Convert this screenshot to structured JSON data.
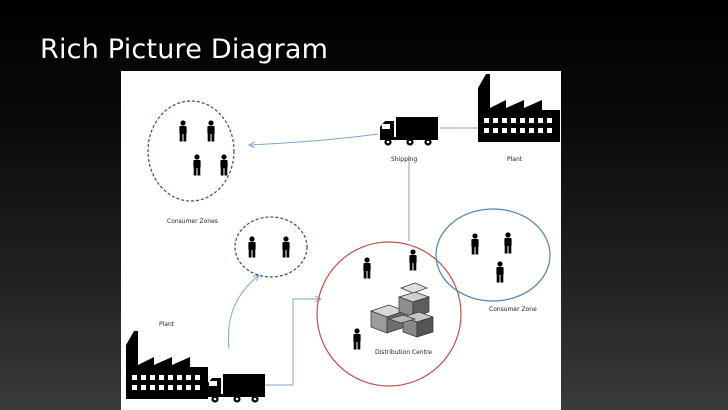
{
  "slide": {
    "title": "Rich Picture Diagram"
  },
  "diagram": {
    "labels": {
      "shipping": "Shipping",
      "plant_top": "Plant",
      "consumer_zones": "Consumer Zones",
      "consumer_zone": "Consumer Zone",
      "plant_bottom": "Plant",
      "distribution_centre": "Distribution  Centre"
    },
    "colors": {
      "arrow": "#7ea6cf",
      "consumer_ellipse": "#2f4f7f",
      "distribution_circle": "#c0504d",
      "consumer_zone_circle": "#4f81bd",
      "icon": "#000000"
    }
  }
}
